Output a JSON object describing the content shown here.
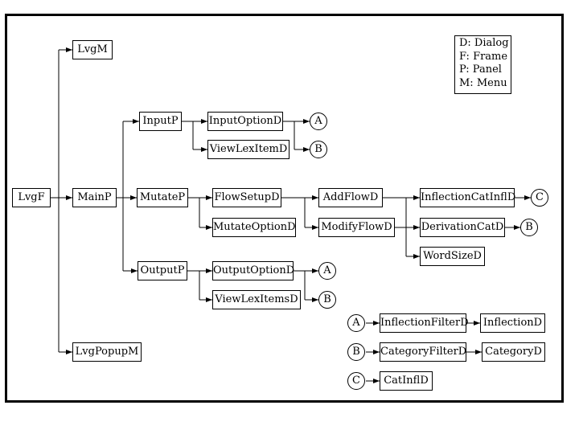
{
  "colors": {
    "stroke": "#000000",
    "background": "#ffffff"
  },
  "legend": [
    "D: Dialog",
    "F: Frame",
    "P: Panel",
    "M: Menu"
  ],
  "nodes": {
    "lvgf": "LvgF",
    "lvgm": "LvgM",
    "mainp": "MainP",
    "lvgpopupm": "LvgPopupM",
    "inputp": "InputP",
    "mutatep": "MutateP",
    "outputp": "OutputP",
    "inputoptiond": "InputOptionD",
    "viewlexitemd": "ViewLexItemD",
    "flowsetupd": "FlowSetupD",
    "mutateoptiond": "MutateOptionD",
    "outputoptiond": "OutputOptionD",
    "viewlexitemsd": "ViewLexItemsD",
    "addflowd": "AddFlowD",
    "modifyflowd": "ModifyFlowD",
    "inflectioncatinfld": "InflectionCatInflD",
    "derivationcatd": "DerivationCatD",
    "wordsized": "WordSizeD",
    "inflectionfilterd": "InflectionFilterD",
    "inflectiond": "InflectionD",
    "categoryfilterd": "CategoryFilterD",
    "categoryd": "CategoryD",
    "catinfld": "CatInflD"
  },
  "connectors": {
    "a": "A",
    "b": "B",
    "c": "C"
  }
}
